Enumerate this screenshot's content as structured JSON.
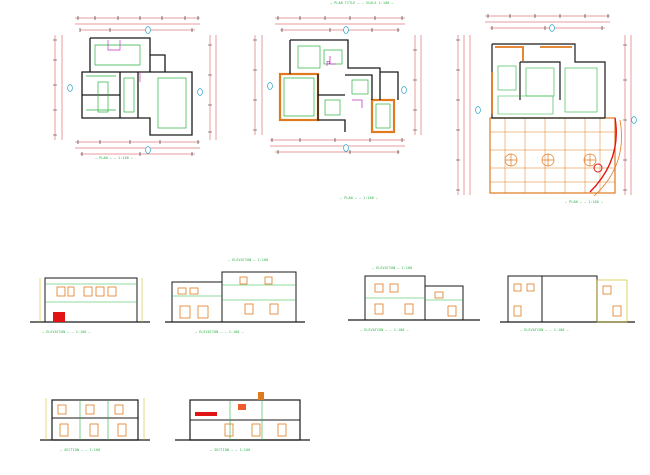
{
  "sheet": {
    "background": "#ffffff",
    "colors": {
      "wall": "#1a1a1a",
      "dim": "#d23a3a",
      "dim_text": "#222222",
      "green": "#27b43f",
      "cyan": "#29a3c9",
      "orange": "#e07a1f",
      "magenta": "#c23ac2",
      "yellow": "#c8b800",
      "red_fill": "#e01414",
      "accent_fill": "#ef5b2b"
    }
  },
  "captions": {
    "plan_top_header": "— PLAN TITLE — — SCALE 1:100 —",
    "plan_ground": "— PLAN — — 1:100 —",
    "plan_first": "— PLAN — — 1:100 —",
    "plan_site": "— PLAN — — 1:100 —",
    "elev_header_left": "— ELEVATION — 1:100",
    "elev_header_mid": "— ELEVATION — 1:100",
    "elev_front": "— ELEVATION — — 1:100 —",
    "elev_back": "— ELEVATION — — 1:100 —",
    "elev_side_a": "— ELEVATION — — 1:100 —",
    "elev_side_b": "— ELEVATION — — 1:100 —",
    "section_a": "— SECTION — — 1:100",
    "section_b": "— SECTION — — 1:100"
  }
}
